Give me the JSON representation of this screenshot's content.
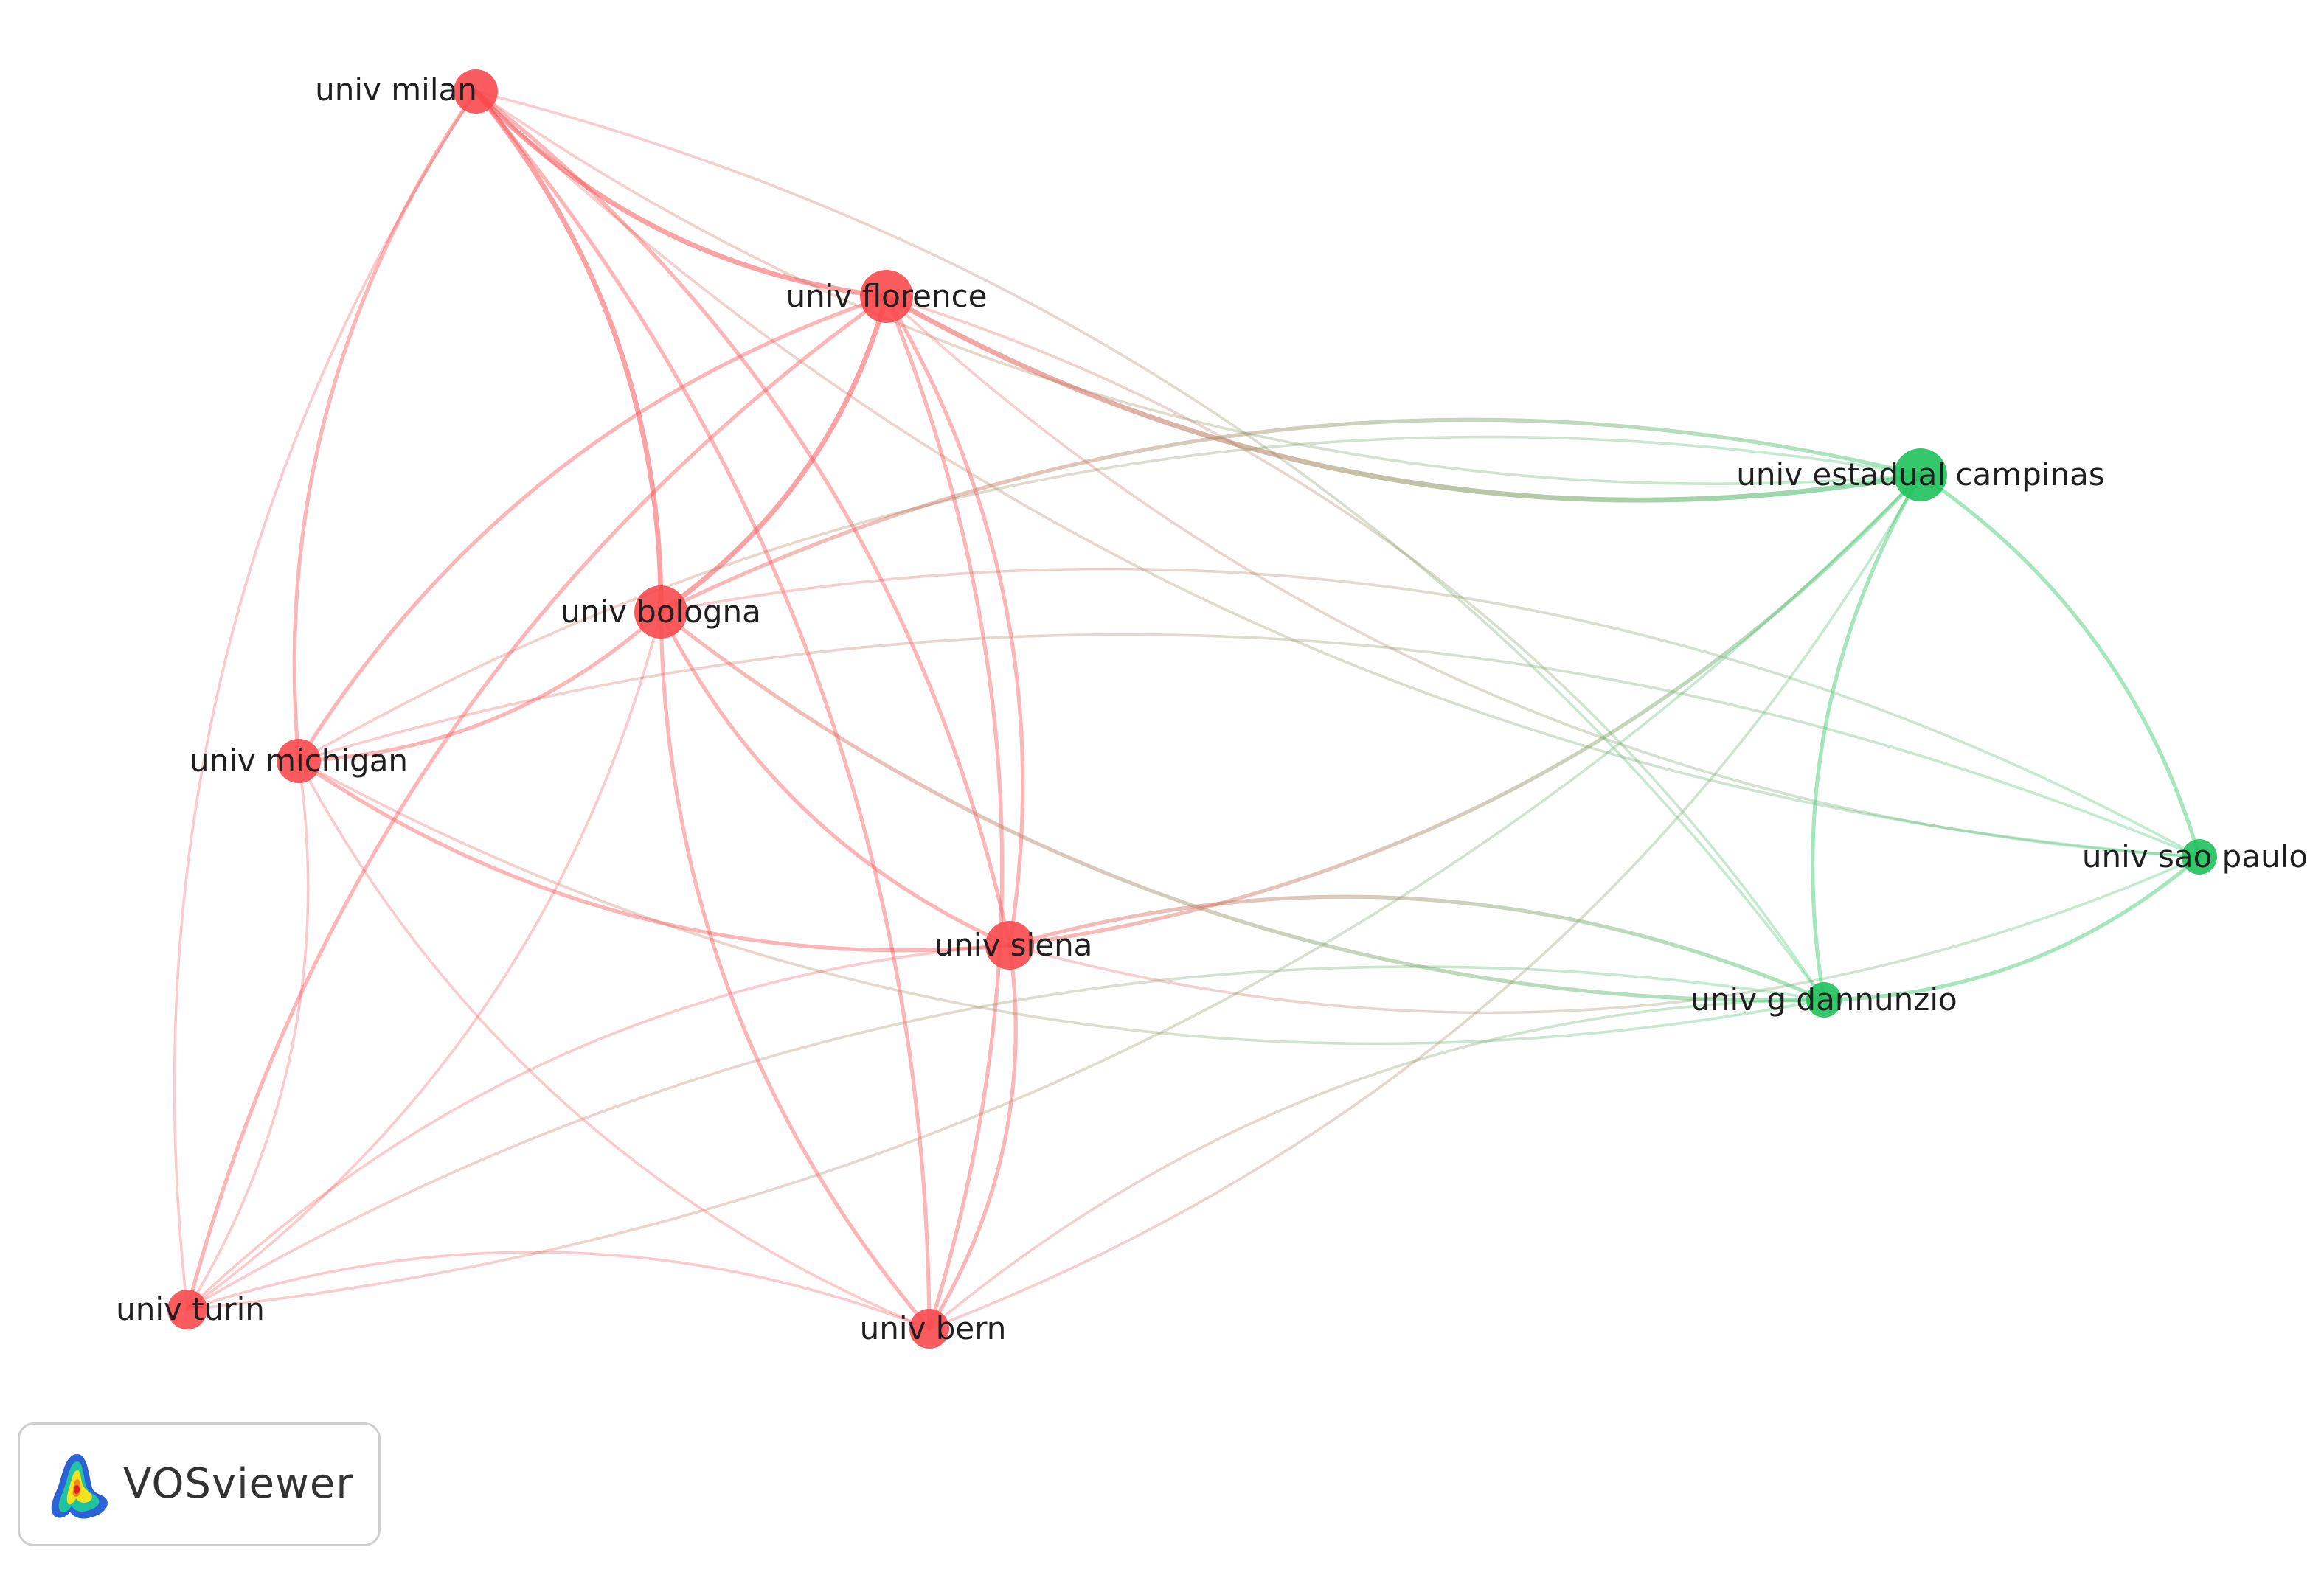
{
  "colors": {
    "red_cluster": "#f8494c",
    "green_cluster": "#1ec15b"
  },
  "nodes": [
    {
      "id": "milan",
      "label": "univ milan",
      "cluster": 1,
      "weight": 3.0
    },
    {
      "id": "florence",
      "label": "univ florence",
      "cluster": 1,
      "weight": 4.0
    },
    {
      "id": "bologna",
      "label": "univ bologna",
      "cluster": 1,
      "weight": 4.0
    },
    {
      "id": "michigan",
      "label": "univ michigan",
      "cluster": 1,
      "weight": 3.0
    },
    {
      "id": "siena",
      "label": "univ siena",
      "cluster": 1,
      "weight": 3.5
    },
    {
      "id": "turin",
      "label": "univ turin",
      "cluster": 1,
      "weight": 2.5
    },
    {
      "id": "bern",
      "label": "univ bern",
      "cluster": 1,
      "weight": 2.5
    },
    {
      "id": "campinas",
      "label": "univ estadual campinas",
      "cluster": 2,
      "weight": 4.0
    },
    {
      "id": "saopaulo",
      "label": "univ sao paulo",
      "cluster": 2,
      "weight": 2.0
    },
    {
      "id": "dannunzio",
      "label": "univ g dannunzio",
      "cluster": 2,
      "weight": 2.0
    }
  ],
  "links": [
    {
      "source": "milan",
      "target": "florence",
      "strength": 3
    },
    {
      "source": "milan",
      "target": "bologna",
      "strength": 3
    },
    {
      "source": "milan",
      "target": "michigan",
      "strength": 2
    },
    {
      "source": "milan",
      "target": "siena",
      "strength": 2
    },
    {
      "source": "milan",
      "target": "turin",
      "strength": 1
    },
    {
      "source": "milan",
      "target": "bern",
      "strength": 2
    },
    {
      "source": "milan",
      "target": "campinas",
      "strength": 1
    },
    {
      "source": "milan",
      "target": "dannunzio",
      "strength": 1
    },
    {
      "source": "milan",
      "target": "saopaulo",
      "strength": 1
    },
    {
      "source": "florence",
      "target": "bologna",
      "strength": 3
    },
    {
      "source": "florence",
      "target": "michigan",
      "strength": 2
    },
    {
      "source": "florence",
      "target": "siena",
      "strength": 2
    },
    {
      "source": "florence",
      "target": "turin",
      "strength": 2
    },
    {
      "source": "florence",
      "target": "bern",
      "strength": 2
    },
    {
      "source": "florence",
      "target": "campinas",
      "strength": 3
    },
    {
      "source": "florence",
      "target": "dannunzio",
      "strength": 1
    },
    {
      "source": "florence",
      "target": "saopaulo",
      "strength": 1
    },
    {
      "source": "bologna",
      "target": "michigan",
      "strength": 2
    },
    {
      "source": "bologna",
      "target": "siena",
      "strength": 2
    },
    {
      "source": "bologna",
      "target": "turin",
      "strength": 1
    },
    {
      "source": "bologna",
      "target": "bern",
      "strength": 2
    },
    {
      "source": "bologna",
      "target": "campinas",
      "strength": 2
    },
    {
      "source": "bologna",
      "target": "dannunzio",
      "strength": 2
    },
    {
      "source": "bologna",
      "target": "saopaulo",
      "strength": 1
    },
    {
      "source": "michigan",
      "target": "siena",
      "strength": 2
    },
    {
      "source": "michigan",
      "target": "turin",
      "strength": 1
    },
    {
      "source": "michigan",
      "target": "bern",
      "strength": 1
    },
    {
      "source": "michigan",
      "target": "campinas",
      "strength": 1
    },
    {
      "source": "michigan",
      "target": "dannunzio",
      "strength": 1
    },
    {
      "source": "michigan",
      "target": "saopaulo",
      "strength": 1
    },
    {
      "source": "siena",
      "target": "turin",
      "strength": 1
    },
    {
      "source": "siena",
      "target": "bern",
      "strength": 2
    },
    {
      "source": "siena",
      "target": "campinas",
      "strength": 2
    },
    {
      "source": "siena",
      "target": "dannunzio",
      "strength": 2
    },
    {
      "source": "siena",
      "target": "saopaulo",
      "strength": 1
    },
    {
      "source": "turin",
      "target": "bern",
      "strength": 1
    },
    {
      "source": "turin",
      "target": "campinas",
      "strength": 1
    },
    {
      "source": "turin",
      "target": "dannunzio",
      "strength": 1
    },
    {
      "source": "bern",
      "target": "campinas",
      "strength": 1
    },
    {
      "source": "bern",
      "target": "dannunzio",
      "strength": 1
    },
    {
      "source": "campinas",
      "target": "dannunzio",
      "strength": 2
    },
    {
      "source": "campinas",
      "target": "saopaulo",
      "strength": 2
    },
    {
      "source": "dannunzio",
      "target": "saopaulo",
      "strength": 2
    }
  ],
  "badge": {
    "brand": "VOSviewer"
  }
}
